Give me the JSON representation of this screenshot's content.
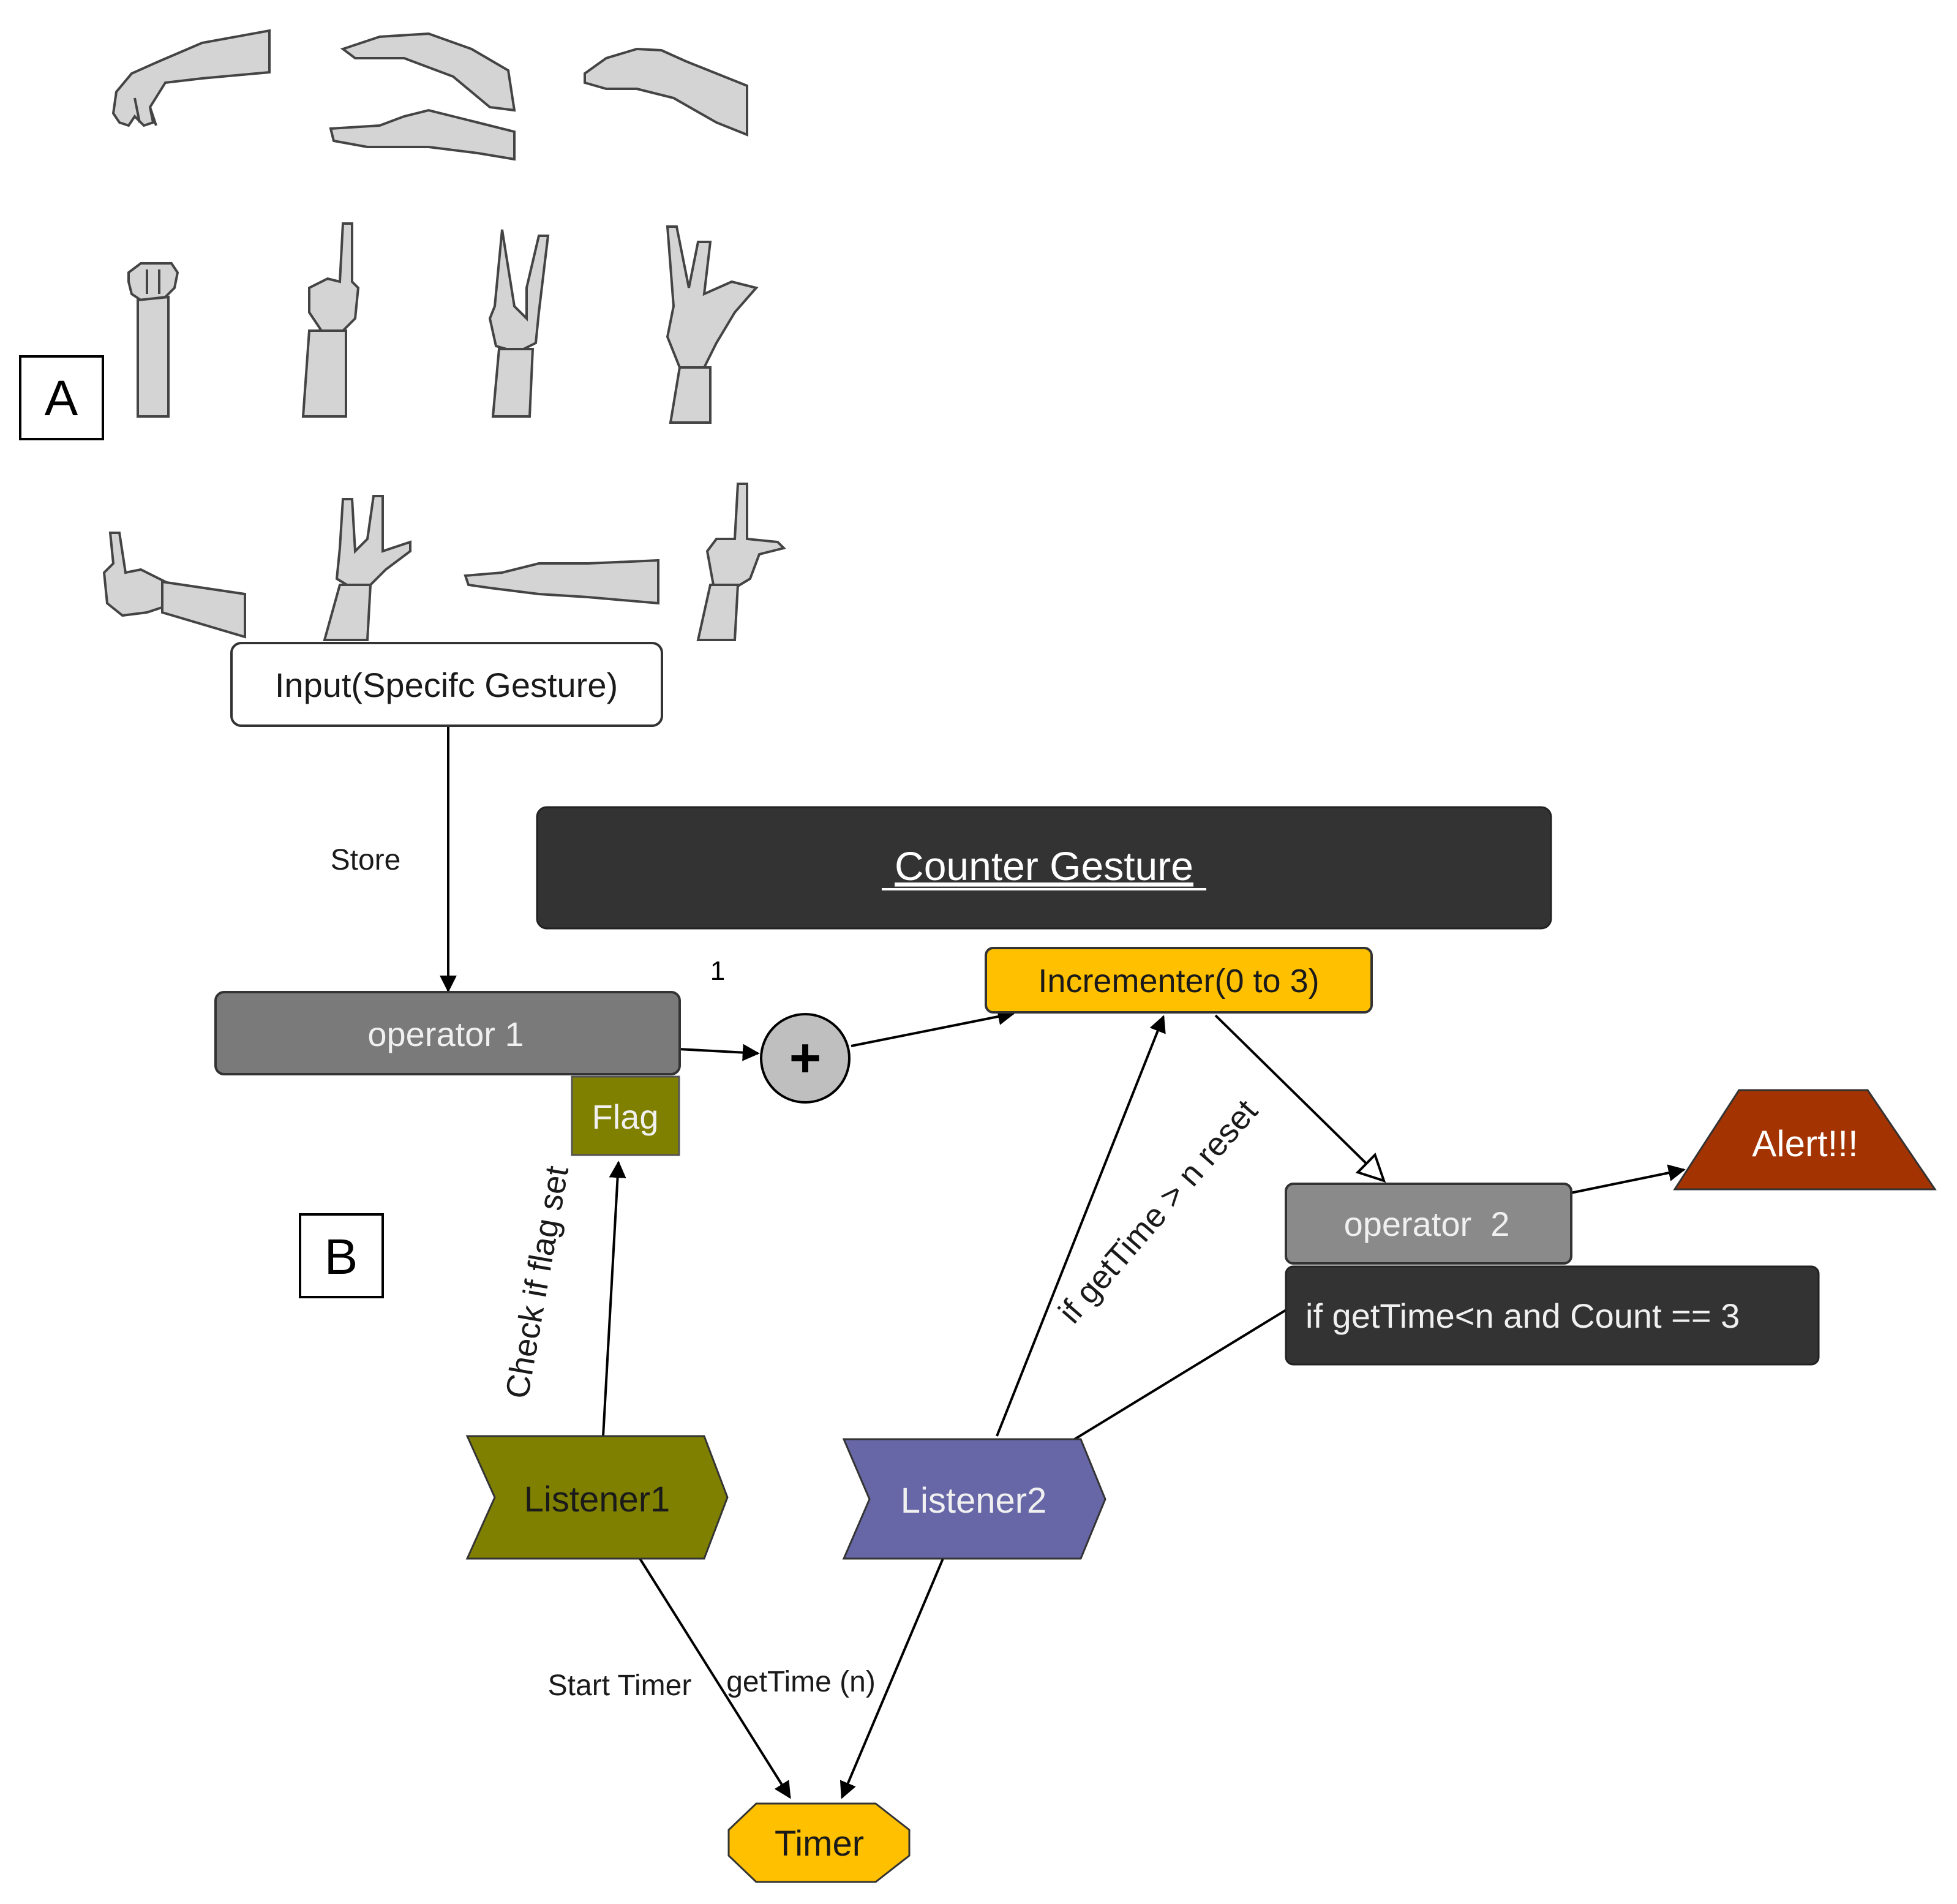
{
  "panel_labels": {
    "a": "A",
    "b": "B"
  },
  "gestures": {
    "row1": [
      "hand-wrist-down-icon",
      "two-hands-open-icon",
      "palm-up-icon"
    ],
    "row2": [
      "fist-icon",
      "one-finger-icon",
      "two-fingers-icon",
      "three-fingers-icon"
    ],
    "row3": [
      "thumbs-up-icon",
      "rock-sign-icon",
      "flat-hand-icon",
      "l-sign-icon"
    ]
  },
  "nodes": {
    "input": "Input(Specifc Gesture)",
    "counter_gesture": "Counter Gesture",
    "operator1": "operator 1",
    "flag": "Flag",
    "plus": "+",
    "incrementer": "Incrementer(0 to 3)",
    "operator2": "operator  2",
    "condition": "if getTime<n and Count == 3",
    "alert": "Alert!!!",
    "listener1": "Listener1",
    "listener2": "Listener2",
    "timer": "Timer"
  },
  "edge_labels": {
    "store": "Store",
    "one": "1",
    "check_flag": "Check if flag set",
    "reset": "if getTime > n reset",
    "start_timer": "Start Timer",
    "get_time": "getTime (n)"
  },
  "colors": {
    "dark_box": "#333333",
    "operator1": "#7a7a7a",
    "operator2": "#8a8a8a",
    "flag": "#808000",
    "incrementer": "#ffc000",
    "alert": "#a33300",
    "listener1": "#808000",
    "listener2": "#6767a8",
    "timer": "#ffc000",
    "plus": "#bfbfbf"
  }
}
